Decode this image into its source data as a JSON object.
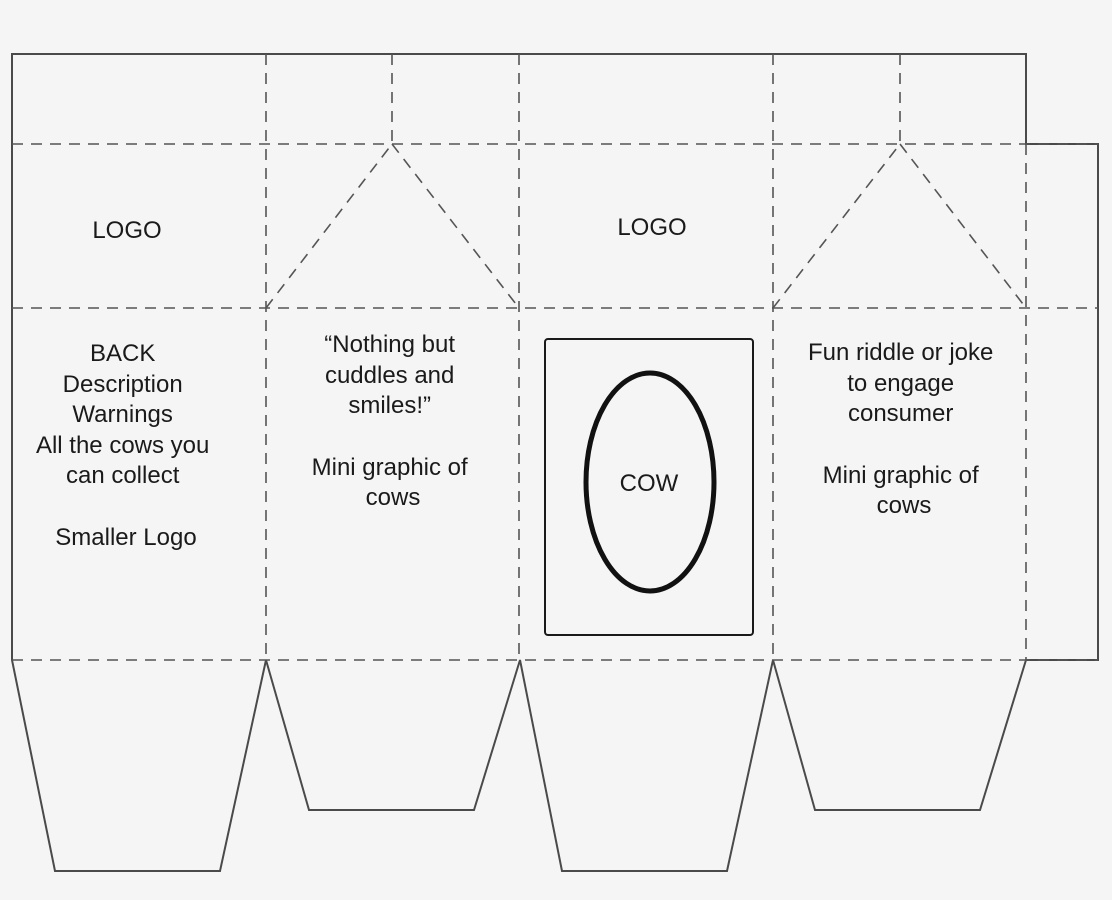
{
  "panels": {
    "top_left_logo": "LOGO",
    "top_center_logo": "LOGO",
    "back": {
      "lines": [
        "BACK",
        "Description",
        "Warnings",
        "All the cows you",
        "can collect",
        "",
        "Smaller Logo"
      ]
    },
    "left_side": {
      "lines": [
        "“Nothing but",
        "cuddles and",
        "smiles!”",
        "",
        "Mini graphic of",
        "cows"
      ]
    },
    "front": {
      "label": "COW"
    },
    "right_side": {
      "lines": [
        "Fun riddle or joke",
        "to engage",
        "consumer",
        "",
        "Mini graphic of",
        "cows"
      ]
    }
  },
  "colors": {
    "background": "#f5f5f5",
    "cut_line": "#4a4a4a",
    "fold_line": "#555555",
    "text": "#1a1a1a"
  }
}
